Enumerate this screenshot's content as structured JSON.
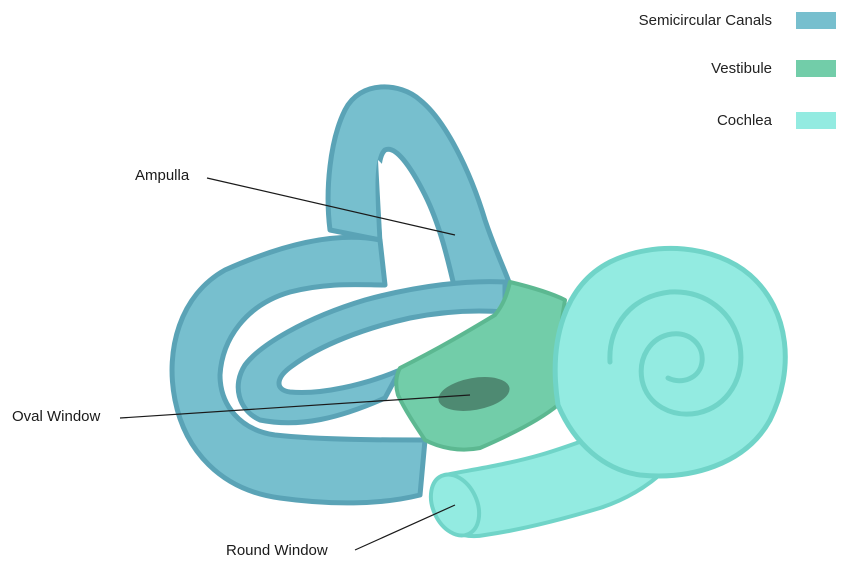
{
  "legend": [
    {
      "label": "Semicircular Canals",
      "color": "#77bfce"
    },
    {
      "label": "Vestibule",
      "color": "#72cda9"
    },
    {
      "label": "Cochlea",
      "color": "#93ebe1"
    }
  ],
  "labels": {
    "ampulla": "Ampulla",
    "oval_window": "Oval Window",
    "round_window": "Round Window"
  },
  "colors": {
    "canals_fill": "#77bfce",
    "canals_stroke": "#5aa3b6",
    "vestibule_fill": "#72cda9",
    "vestibule_stroke": "#5cb891",
    "cochlea_fill": "#93ebe1",
    "cochlea_stroke": "#70d4c8",
    "oval_window_fill": "#4e8a72"
  }
}
